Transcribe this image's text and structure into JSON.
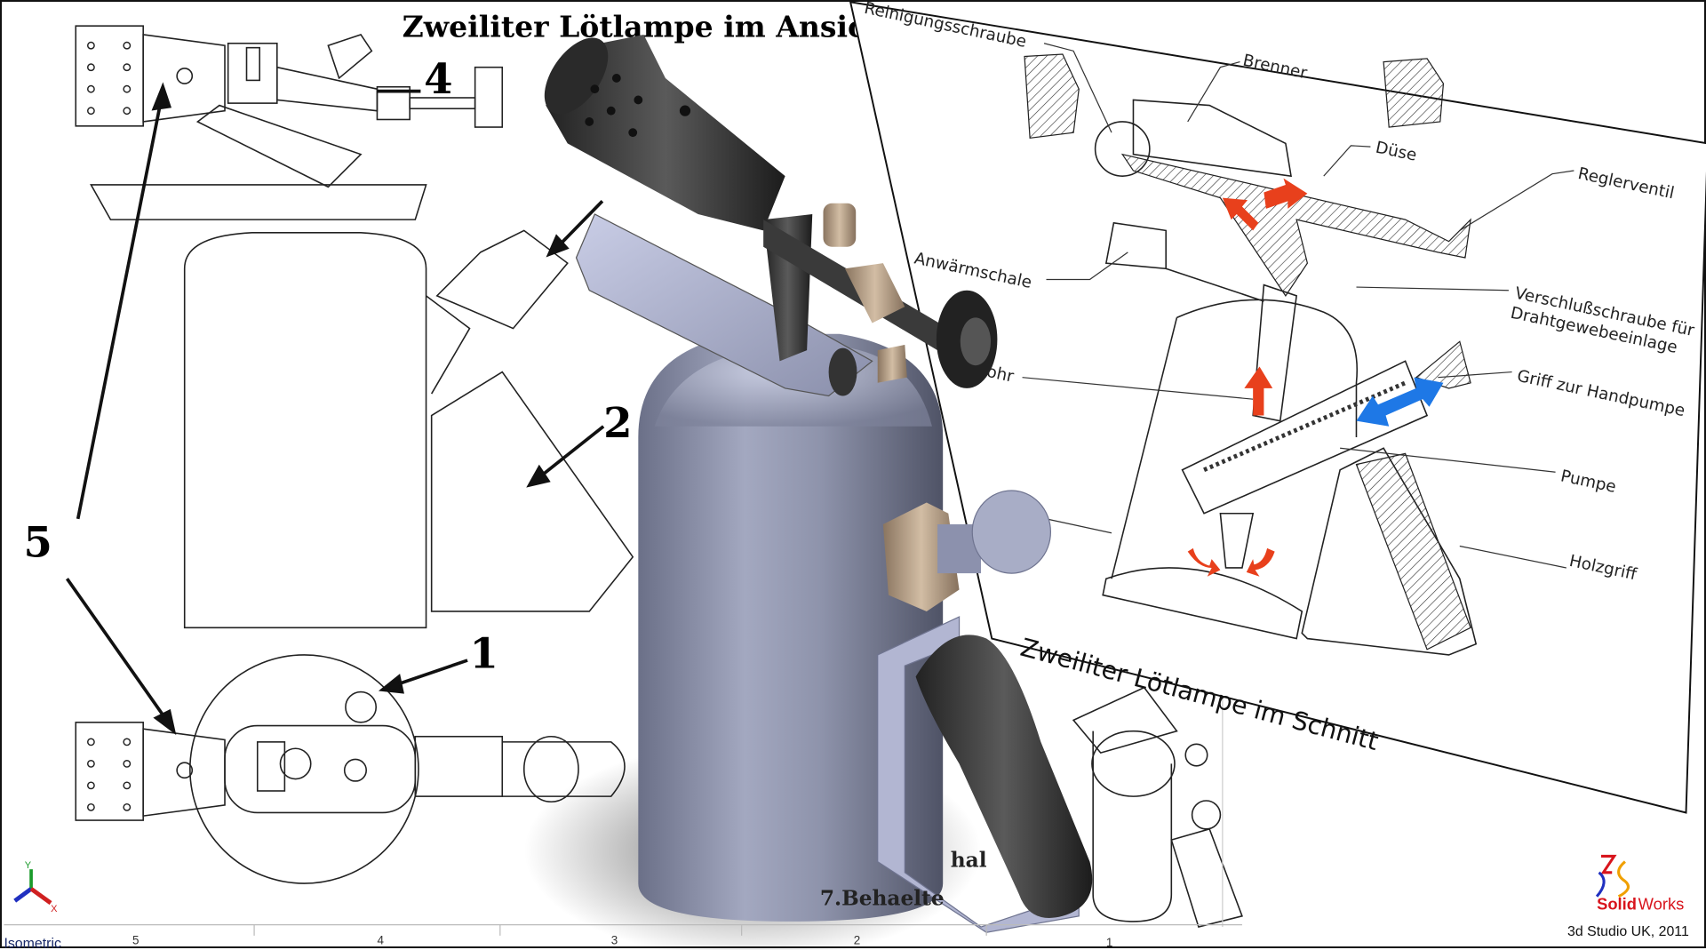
{
  "view": {
    "title_view": "Zweiliter Lötlampe im Ansicht",
    "title_section": "Zweiliter Lötlampe im Schnitt",
    "callouts": [
      "1",
      "2",
      "4",
      "5"
    ],
    "section_labels": {
      "reinigungsschraube": "Reinigungsschraube",
      "brenner": "Brenner",
      "duese": "Düse",
      "reglerventil": "Reglerventil",
      "anwaermschale": "Anwärmschale",
      "verschluss_1": "Verschlußschraube für",
      "verschluss_2": "Drahtgewebeeinlage",
      "rohr": "Rohr",
      "griff": "Griff zur Handpumpe",
      "pumpe": "Pumpe",
      "holzgriff": "Holzgriff"
    },
    "partial_text": "7.Behaelte",
    "partial_text_2": "hal",
    "view_name": "Isometric",
    "zone_numbers": [
      "5",
      "4",
      "3",
      "2",
      "1"
    ],
    "axis_labels": {
      "x": "X",
      "y": "Y"
    }
  },
  "branding": {
    "logo_mark": "DS",
    "logo_solid": "Solid",
    "logo_works": "Works",
    "credit": "3d Studio UK, 2011"
  },
  "colors": {
    "arrow_red": "#e8401c",
    "arrow_blue": "#1e78e6",
    "tank": "#8a8fa8",
    "brass": "#b49a7e",
    "logo_red": "#d8141c"
  }
}
